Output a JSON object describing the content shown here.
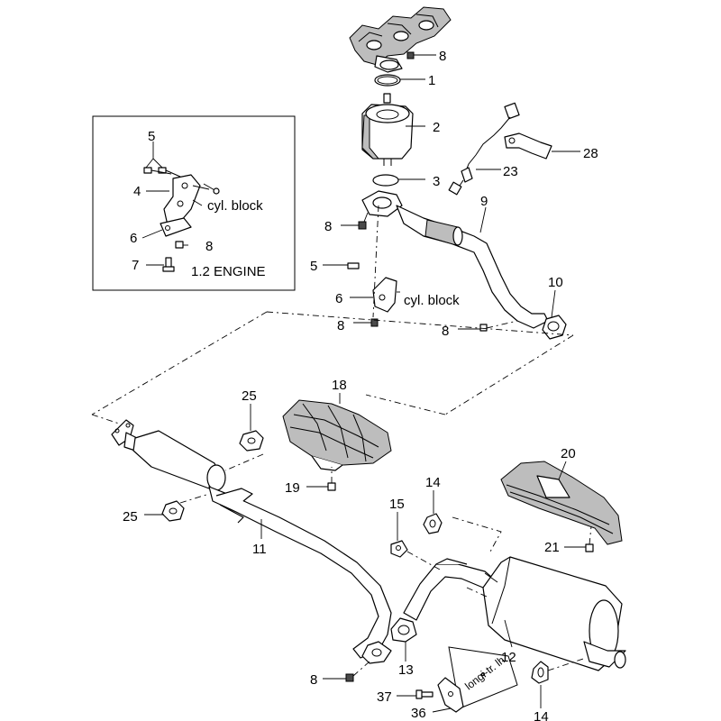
{
  "inset": {
    "engine_label": "1.2 ENGINE",
    "cyl_block_label": "cyl. block",
    "callouts": {
      "n5": "5",
      "n4": "4",
      "n6": "6",
      "n8": "8",
      "n7": "7"
    }
  },
  "upper": {
    "cyl_block_label": "cyl. block",
    "callouts": {
      "n8_top": "8",
      "n1": "1",
      "n2": "2",
      "n28": "28",
      "n3": "3",
      "n23": "23",
      "n9": "9",
      "n8_flange": "8",
      "n5": "5",
      "n6": "6",
      "n8_low": "8",
      "n10": "10",
      "n8_right": "8"
    }
  },
  "lower": {
    "tag_text": "longi-tr. lh",
    "callouts": {
      "n25_top": "25",
      "n18": "18",
      "n20": "20",
      "n19": "19",
      "n14_top": "14",
      "n25_left": "25",
      "n15": "15",
      "n11": "11",
      "n21": "21",
      "n12": "12",
      "n13": "13",
      "n8": "8",
      "n37": "37",
      "n36": "36",
      "n14_bottom": "14"
    }
  }
}
